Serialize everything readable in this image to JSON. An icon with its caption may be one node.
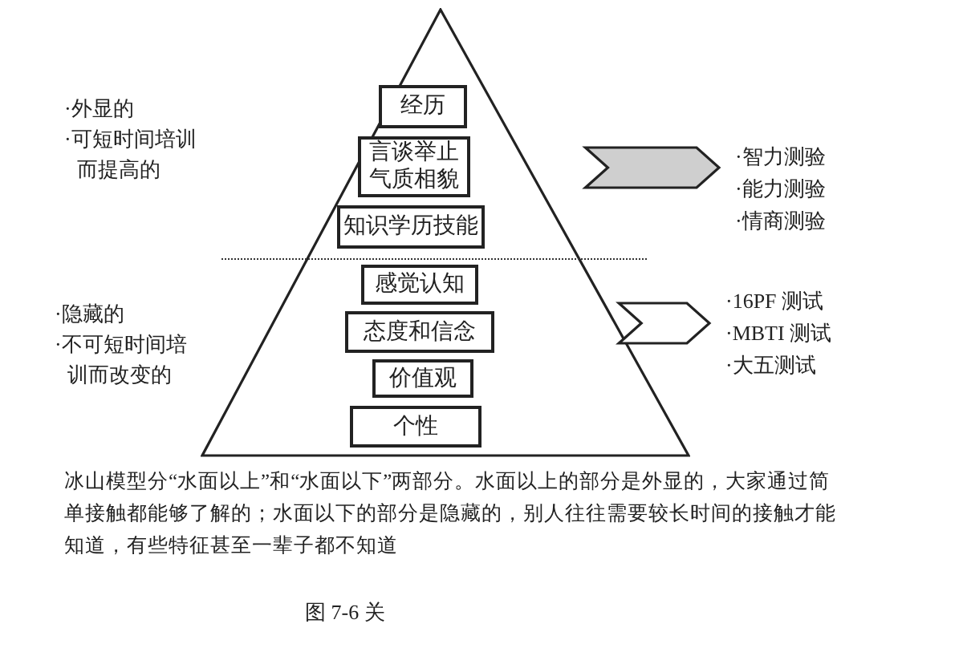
{
  "diagram": {
    "caption": "图 7-6 关",
    "nodes": [
      {
        "text": [],
        "shape": "triangle"
      },
      {
        "text": [
          "经历"
        ],
        "in": 0
      },
      {
        "text": [
          "言谈举止气质相貌"
        ],
        "in": 0
      },
      {
        "text": [
          "知识学历技能"
        ],
        "in": 0
      },
      {
        "text": [
          "感觉认知"
        ],
        "in": 0
      },
      {
        "text": [
          "态度和信念"
        ],
        "in": 0
      },
      {
        "text": [
          "价值观"
        ],
        "in": 0
      },
      {
        "text": [
          "个性"
        ],
        "in": 0
      },
      {
        "text": [
          "·智力测验",
          "·能力测验",
          "·情商测验"
        ]
      },
      {
        "text": [
          "·16PF 测试",
          "·MBTI 测试",
          "·大五测试"
        ]
      }
    ],
    "edges": [
      {
        "from": 0,
        "to": 8,
        "arrow": "to"
      },
      {
        "from": 0,
        "to": 9,
        "arrow": "to"
      }
    ],
    "labels": [
      "·外显的",
      "·可短时间培训而提高的",
      "·隐藏的",
      "·不可短时间培训而改变的",
      "冰山模型分“水面以上”和“水面以下”两部分。水面以上的部分是外显的，大家通过简单接触都能够了解的；水面以下的部分是隐藏的，别人往往需要较长时间的接触才能知道，有些特征甚至一辈子都不知道"
    ]
  }
}
